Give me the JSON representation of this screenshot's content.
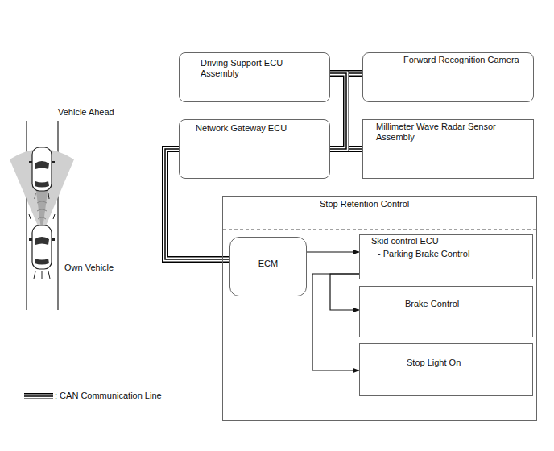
{
  "diagram": {
    "nodes": [
      {
        "text": [
          "Driving Support ECU Assembly"
        ]
      },
      {
        "text": [
          "Forward Recognition Camera"
        ]
      },
      {
        "text": [
          "Network Gateway ECU"
        ]
      },
      {
        "text": [
          "Millimeter Wave Radar Sensor Assembly"
        ]
      },
      {
        "text": [
          "Stop Retention Control"
        ]
      },
      {
        "text": [
          "ECM"
        ],
        "in": 4
      },
      {
        "text": [
          "Skid control ECU",
          "- Parking Brake Control"
        ],
        "in": 4
      },
      {
        "text": [
          "Brake Control"
        ],
        "in": 4
      },
      {
        "text": [
          "Stop Light On"
        ],
        "in": 4
      }
    ],
    "edges": [
      {
        "from": 0,
        "to": 1,
        "arrow": "none"
      },
      {
        "from": 2,
        "to": 3,
        "arrow": "none"
      },
      {
        "from": 0,
        "to": 2,
        "arrow": "none"
      },
      {
        "from": 2,
        "to": 5,
        "arrow": "none"
      },
      {
        "from": 5,
        "to": 6,
        "arrow": "to"
      },
      {
        "from": 6,
        "to": 7,
        "arrow": "to"
      },
      {
        "from": 6,
        "to": 8,
        "arrow": "to"
      }
    ],
    "labels": [
      "Vehicle Ahead",
      "Own Vehicle"
    ],
    "legend": [
      {
        "text": ": CAN Communication Line"
      }
    ]
  }
}
